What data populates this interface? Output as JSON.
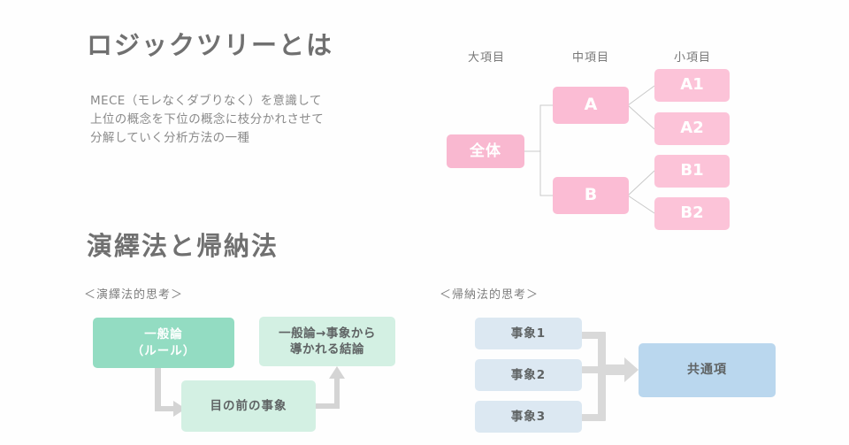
{
  "slide": {
    "background": "#fefefe",
    "sections": {
      "logic_tree": {
        "title": "ロジックツリーとは",
        "description": "MECE（モレなくダブりなく）を意識して\n上位の概念を下位の概念に枝分かれさせて\n分解していく分析方法の一種",
        "column_headers": [
          {
            "label": "大項目"
          },
          {
            "label": "中項目"
          },
          {
            "label": "小項目"
          }
        ],
        "nodes": {
          "root": "全体",
          "mid": [
            "A",
            "B"
          ],
          "leaf": [
            "A1",
            "A2",
            "B1",
            "B2"
          ]
        },
        "colors": {
          "root_box": "#f9b8d0",
          "mid_box": "#fbbcd4",
          "leaf_box": "#fcc3d8",
          "node_text": "#ffffff",
          "connector": "#c9c9c9"
        }
      },
      "reasoning": {
        "title": "演繹法と帰納法",
        "deductive": {
          "label": "＜演繹法的思考＞",
          "boxes": [
            {
              "text": "一般論\n（ルール）",
              "style": "mint-strong"
            },
            {
              "text": "目の前の事象",
              "style": "mint-light"
            },
            {
              "text": "一般論→事象から\n導かれる結論",
              "style": "mint-light"
            }
          ],
          "colors": {
            "strong": "#93dcc2",
            "light": "#d3f0e3",
            "arrow": "#d2d2d2"
          }
        },
        "inductive": {
          "label": "＜帰納法的思考＞",
          "sources": [
            {
              "text": "事象1"
            },
            {
              "text": "事象2"
            },
            {
              "text": "事象3"
            }
          ],
          "result": {
            "text": "共通項"
          },
          "colors": {
            "source": "#dce8f2",
            "result": "#bad7ee",
            "arrow": "#d4d4d4"
          }
        }
      }
    }
  }
}
